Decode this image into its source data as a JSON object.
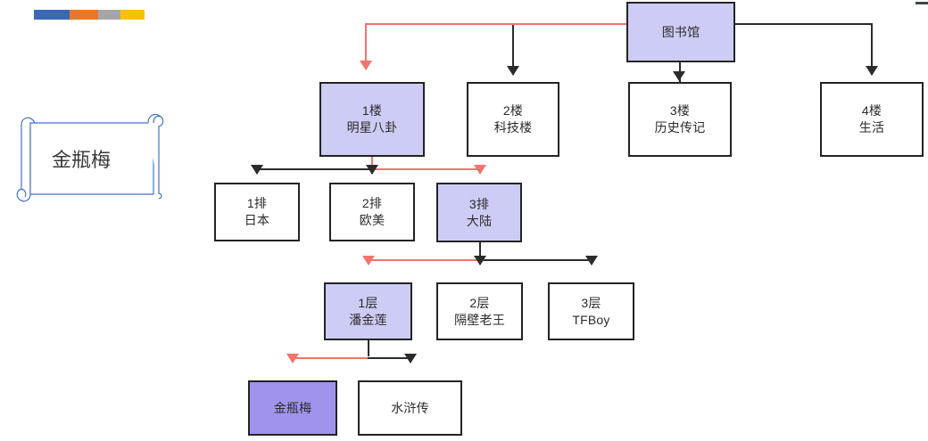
{
  "meta": {
    "title": "图书馆 组织结构流程图",
    "background": "#ffffff"
  },
  "colors": {
    "node_border": "#232323",
    "node_fill": "#ffffff",
    "node_highlight_fill": "#ccccf5",
    "node_target_fill": "#9f93ee",
    "edge": "#2b2b2b",
    "edge_highlight": "#f4736e",
    "scroll_outline": "#4472c4",
    "text": "#2b2b2b"
  },
  "colorbar": {
    "name": "decorative-color-bar",
    "segments": [
      {
        "color": "#3a68b5",
        "width": 40
      },
      {
        "color": "#e8772a",
        "width": 32
      },
      {
        "color": "#a6a6a6",
        "width": 25
      },
      {
        "color": "#fbc000",
        "width": 27
      }
    ]
  },
  "scroll_callout": {
    "label": "金瓶梅"
  },
  "chart_data": {
    "type": "diagram",
    "orientation": "top-down tree",
    "root": "图书馆",
    "highlight_path": [
      "图书馆",
      "1楼 明星八卦",
      "3排 大陆",
      "1层 潘金莲",
      "金瓶梅"
    ]
  },
  "nodes": {
    "root": {
      "line1": "图书馆",
      "line2": "",
      "state": "highlight"
    },
    "f1": {
      "line1": "1楼",
      "line2": "明星八卦",
      "state": "highlight"
    },
    "f2": {
      "line1": "2楼",
      "line2": "科技楼",
      "state": "normal"
    },
    "f3": {
      "line1": "3楼",
      "line2": "历史传记",
      "state": "normal"
    },
    "f4": {
      "line1": "4楼",
      "line2": "生活",
      "state": "normal"
    },
    "r1": {
      "line1": "1排",
      "line2": "日本",
      "state": "normal"
    },
    "r2": {
      "line1": "2排",
      "line2": "欧美",
      "state": "normal"
    },
    "r3": {
      "line1": "3排",
      "line2": "大陆",
      "state": "highlight"
    },
    "c1": {
      "line1": "1层",
      "line2": "潘金莲",
      "state": "highlight"
    },
    "c2": {
      "line1": "2层",
      "line2": "隔壁老王",
      "state": "normal"
    },
    "c3": {
      "line1": "3层",
      "line2": "TFBoy",
      "state": "normal"
    },
    "b1": {
      "line1": "金瓶梅",
      "line2": "",
      "state": "target"
    },
    "b2": {
      "line1": "水浒传",
      "line2": "",
      "state": "normal"
    }
  }
}
